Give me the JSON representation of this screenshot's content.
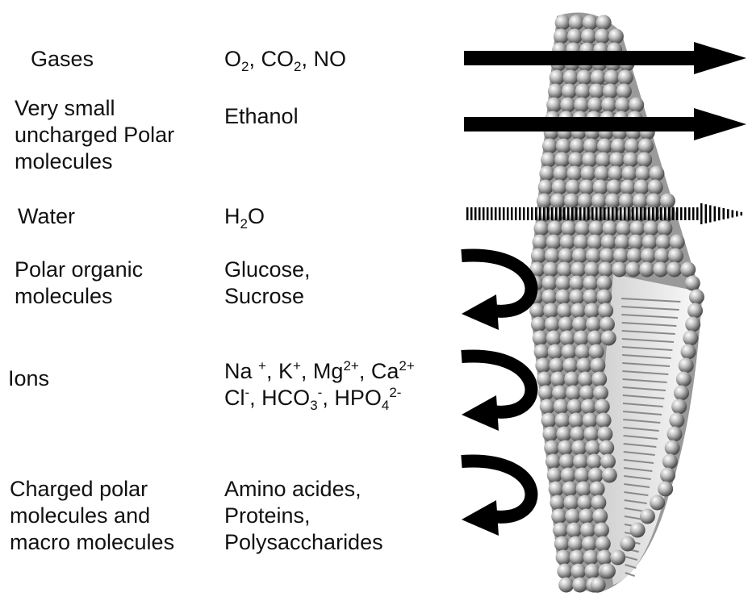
{
  "rows": [
    {
      "id": "gases",
      "category": [
        "Gases"
      ],
      "examples": [
        [
          {
            "t": "O"
          },
          {
            "sub": "2"
          },
          {
            "t": ", CO"
          },
          {
            "sub": "2"
          },
          {
            "t": ", NO"
          }
        ]
      ],
      "transport": "pass"
    },
    {
      "id": "small-polar",
      "category": [
        "Very small",
        "uncharged Polar",
        "molecules"
      ],
      "examples": [
        [
          {
            "t": "Ethanol"
          }
        ]
      ],
      "transport": "pass"
    },
    {
      "id": "water",
      "category": [
        "Water"
      ],
      "examples": [
        [
          {
            "t": "H"
          },
          {
            "sub": "2"
          },
          {
            "t": "O"
          }
        ]
      ],
      "transport": "slow-pass"
    },
    {
      "id": "polar-organic",
      "category": [
        "Polar organic",
        "molecules"
      ],
      "examples": [
        [
          {
            "t": "Glucose,"
          }
        ],
        [
          {
            "t": "Sucrose"
          }
        ]
      ],
      "transport": "blocked"
    },
    {
      "id": "ions",
      "category": [
        "Ions"
      ],
      "examples": [
        [
          {
            "t": "Na "
          },
          {
            "sup": "+"
          },
          {
            "t": ", K"
          },
          {
            "sup": "+"
          },
          {
            "t": ", Mg"
          },
          {
            "sup": "2+"
          },
          {
            "t": ", Ca"
          },
          {
            "sup": "2+"
          }
        ],
        [
          {
            "t": "Cl"
          },
          {
            "sup": "-"
          },
          {
            "t": ", HCO"
          },
          {
            "sub": "3"
          },
          {
            "sup": "-"
          },
          {
            "t": ", HPO"
          },
          {
            "sub": "4"
          },
          {
            "sup": "2-"
          }
        ]
      ],
      "transport": "blocked"
    },
    {
      "id": "charged-macro",
      "category": [
        "Charged  polar",
        "molecules and",
        "macro molecules"
      ],
      "examples": [
        [
          {
            "t": "Amino acides,"
          }
        ],
        [
          {
            "t": "Proteins,"
          }
        ],
        [
          {
            "t": "Polysaccharides"
          }
        ]
      ],
      "transport": "blocked"
    }
  ],
  "colors": {
    "arrow": "#000000",
    "membrane_light": "#f2f2f2",
    "membrane_dark": "#5a5a5a"
  }
}
